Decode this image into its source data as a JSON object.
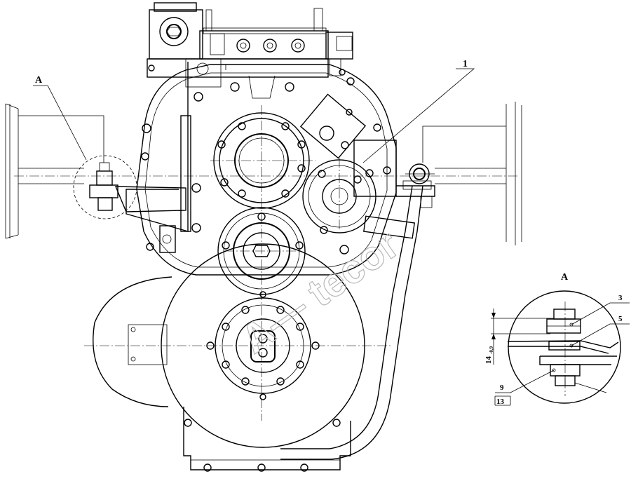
{
  "callouts": {
    "part_1": "1",
    "view_a_marker": "A",
    "view_a_title": "A",
    "part_3": "3",
    "part_5": "5",
    "part_9": "9",
    "part_13": "13"
  },
  "dimension": {
    "value": "14",
    "tolerance": "-0,9"
  },
  "watermark": "A— tecor"
}
